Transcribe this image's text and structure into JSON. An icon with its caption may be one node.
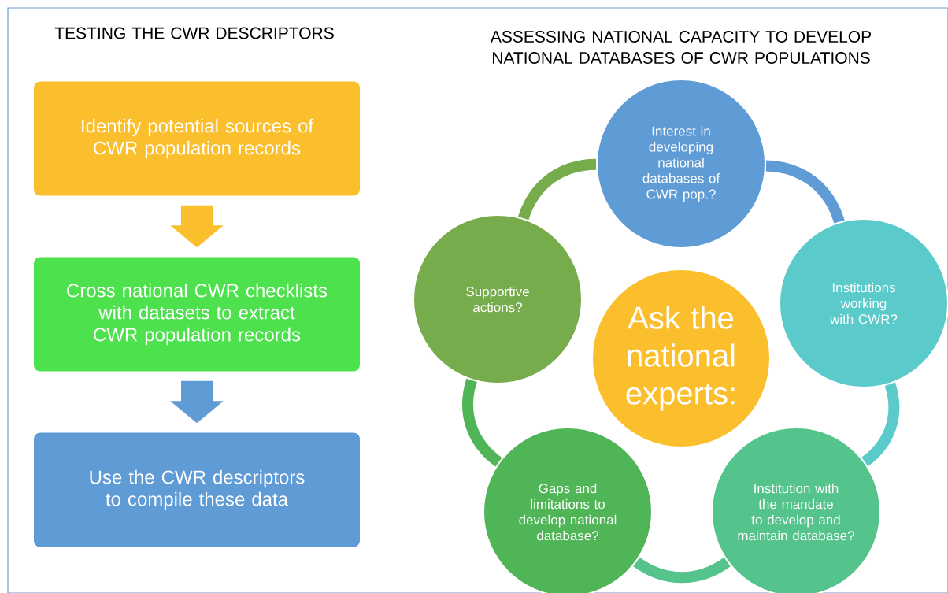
{
  "diagram": {
    "nodes": [
      {
        "text": [
          "Identify potential sources of CWR population records"
        ]
      },
      {
        "text": [
          "Cross national CWR checklists with datasets to extract CWR population records"
        ]
      },
      {
        "text": [
          "Use the CWR descriptors to compile these data"
        ]
      },
      {
        "text": [
          "Ask the national experts:"
        ]
      },
      {
        "text": [
          "Interest in developing national databases of CWR pop.?"
        ]
      },
      {
        "text": [
          "Institutions working with CWR?"
        ]
      },
      {
        "text": [
          "Institution with the mandate to develop and maintain database?"
        ]
      },
      {
        "text": [
          "Gaps and limitations to develop national database?"
        ]
      },
      {
        "text": [
          "Supportive actions?"
        ]
      }
    ],
    "edges": [
      {
        "from": 0,
        "to": 1,
        "arrow": "to",
        "style": "thick",
        "color": "#fbbf2d"
      },
      {
        "from": 1,
        "to": 2,
        "arrow": "to",
        "style": "thick",
        "color": "#5f9bd5"
      },
      {
        "from": 4,
        "to": 5,
        "arrow": "none",
        "color": "#5f9bd5"
      },
      {
        "from": 5,
        "to": 6,
        "arrow": "none",
        "color": "#5bcaca"
      },
      {
        "from": 6,
        "to": 7,
        "arrow": "none",
        "color": "#55c38c"
      },
      {
        "from": 7,
        "to": 8,
        "arrow": "none",
        "color": "#4fb556"
      },
      {
        "from": 8,
        "to": 4,
        "arrow": "none",
        "color": "#76ac4c"
      }
    ],
    "labels": [
      "TESTING THE CWR DESCRIPTORS",
      "ASSESSING NATIONAL CAPACITY TO DEVELOP NATIONAL DATABASES OF CWR POPULATIONS"
    ]
  }
}
